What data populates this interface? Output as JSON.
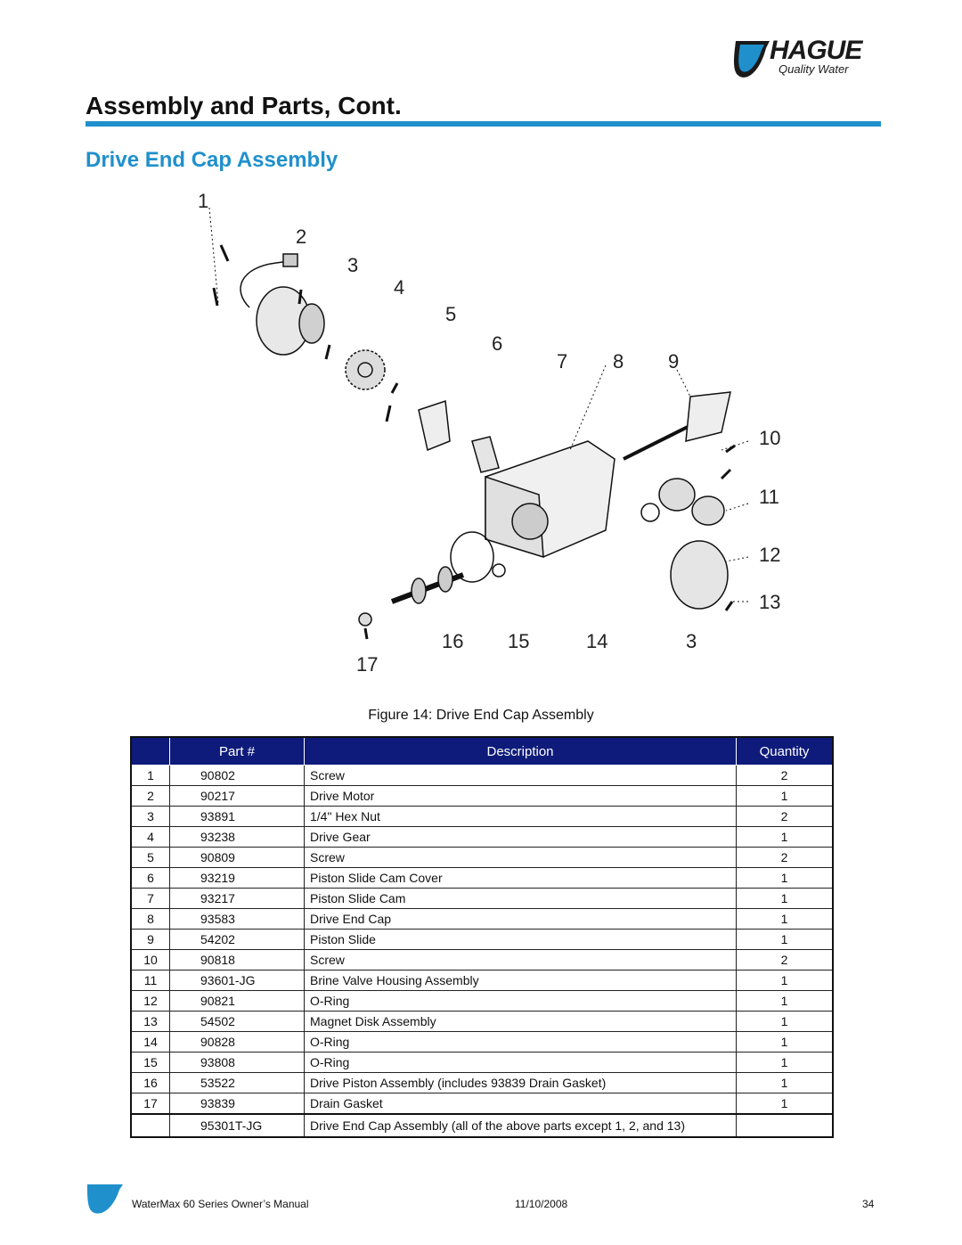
{
  "header": {
    "logo_brand": "HAGUE",
    "logo_tagline": "Quality Water",
    "page_title": "Assembly and Parts, Cont.",
    "section_title": "Drive End Cap Assembly"
  },
  "figure": {
    "callouts": [
      "1",
      "2",
      "3",
      "4",
      "5",
      "6",
      "7",
      "8",
      "9",
      "10",
      "11",
      "12",
      "13",
      "3",
      "14",
      "15",
      "16",
      "17"
    ],
    "caption": "Figure 14: Drive End Cap Assembly"
  },
  "table": {
    "headers": {
      "part": "Part #",
      "description": "Description",
      "quantity": "Quantity"
    },
    "rows": [
      {
        "num": "1",
        "part": "90802",
        "desc": "Screw",
        "qty": "2"
      },
      {
        "num": "2",
        "part": "90217",
        "desc": "Drive Motor",
        "qty": "1"
      },
      {
        "num": "3",
        "part": "93891",
        "desc": "1/4\" Hex Nut",
        "qty": "2"
      },
      {
        "num": "4",
        "part": "93238",
        "desc": "Drive Gear",
        "qty": "1"
      },
      {
        "num": "5",
        "part": "90809",
        "desc": "Screw",
        "qty": "2"
      },
      {
        "num": "6",
        "part": "93219",
        "desc": "Piston Slide Cam Cover",
        "qty": "1"
      },
      {
        "num": "7",
        "part": "93217",
        "desc": "Piston Slide Cam",
        "qty": "1"
      },
      {
        "num": "8",
        "part": "93583",
        "desc": "Drive End Cap",
        "qty": "1"
      },
      {
        "num": "9",
        "part": "54202",
        "desc": "Piston Slide",
        "qty": "1"
      },
      {
        "num": "10",
        "part": "90818",
        "desc": "Screw",
        "qty": "2"
      },
      {
        "num": "11",
        "part": "93601-JG",
        "desc": "Brine Valve Housing Assembly",
        "qty": "1"
      },
      {
        "num": "12",
        "part": "90821",
        "desc": "O-Ring",
        "qty": "1"
      },
      {
        "num": "13",
        "part": "54502",
        "desc": "Magnet Disk Assembly",
        "qty": "1"
      },
      {
        "num": "14",
        "part": "90828",
        "desc": "O-Ring",
        "qty": "1"
      },
      {
        "num": "15",
        "part": "93808",
        "desc": "O-Ring",
        "qty": "1"
      },
      {
        "num": "16",
        "part": "53522",
        "desc": "Drive Piston Assembly (includes 93839 Drain Gasket)",
        "qty": "1"
      },
      {
        "num": "17",
        "part": "93839",
        "desc": "Drain Gasket",
        "qty": "1"
      }
    ],
    "total_row": {
      "num": "",
      "part": "95301T-JG",
      "desc": "Drive End Cap Assembly (all of the above parts except 1, 2, and 13)",
      "qty": ""
    }
  },
  "footer": {
    "manual": "WaterMax 60 Series Owner’s Manual",
    "date": "11/10/2008",
    "page": "34"
  },
  "colors": {
    "accent": "#1f90cc",
    "table_header": "#0e1b7a"
  }
}
